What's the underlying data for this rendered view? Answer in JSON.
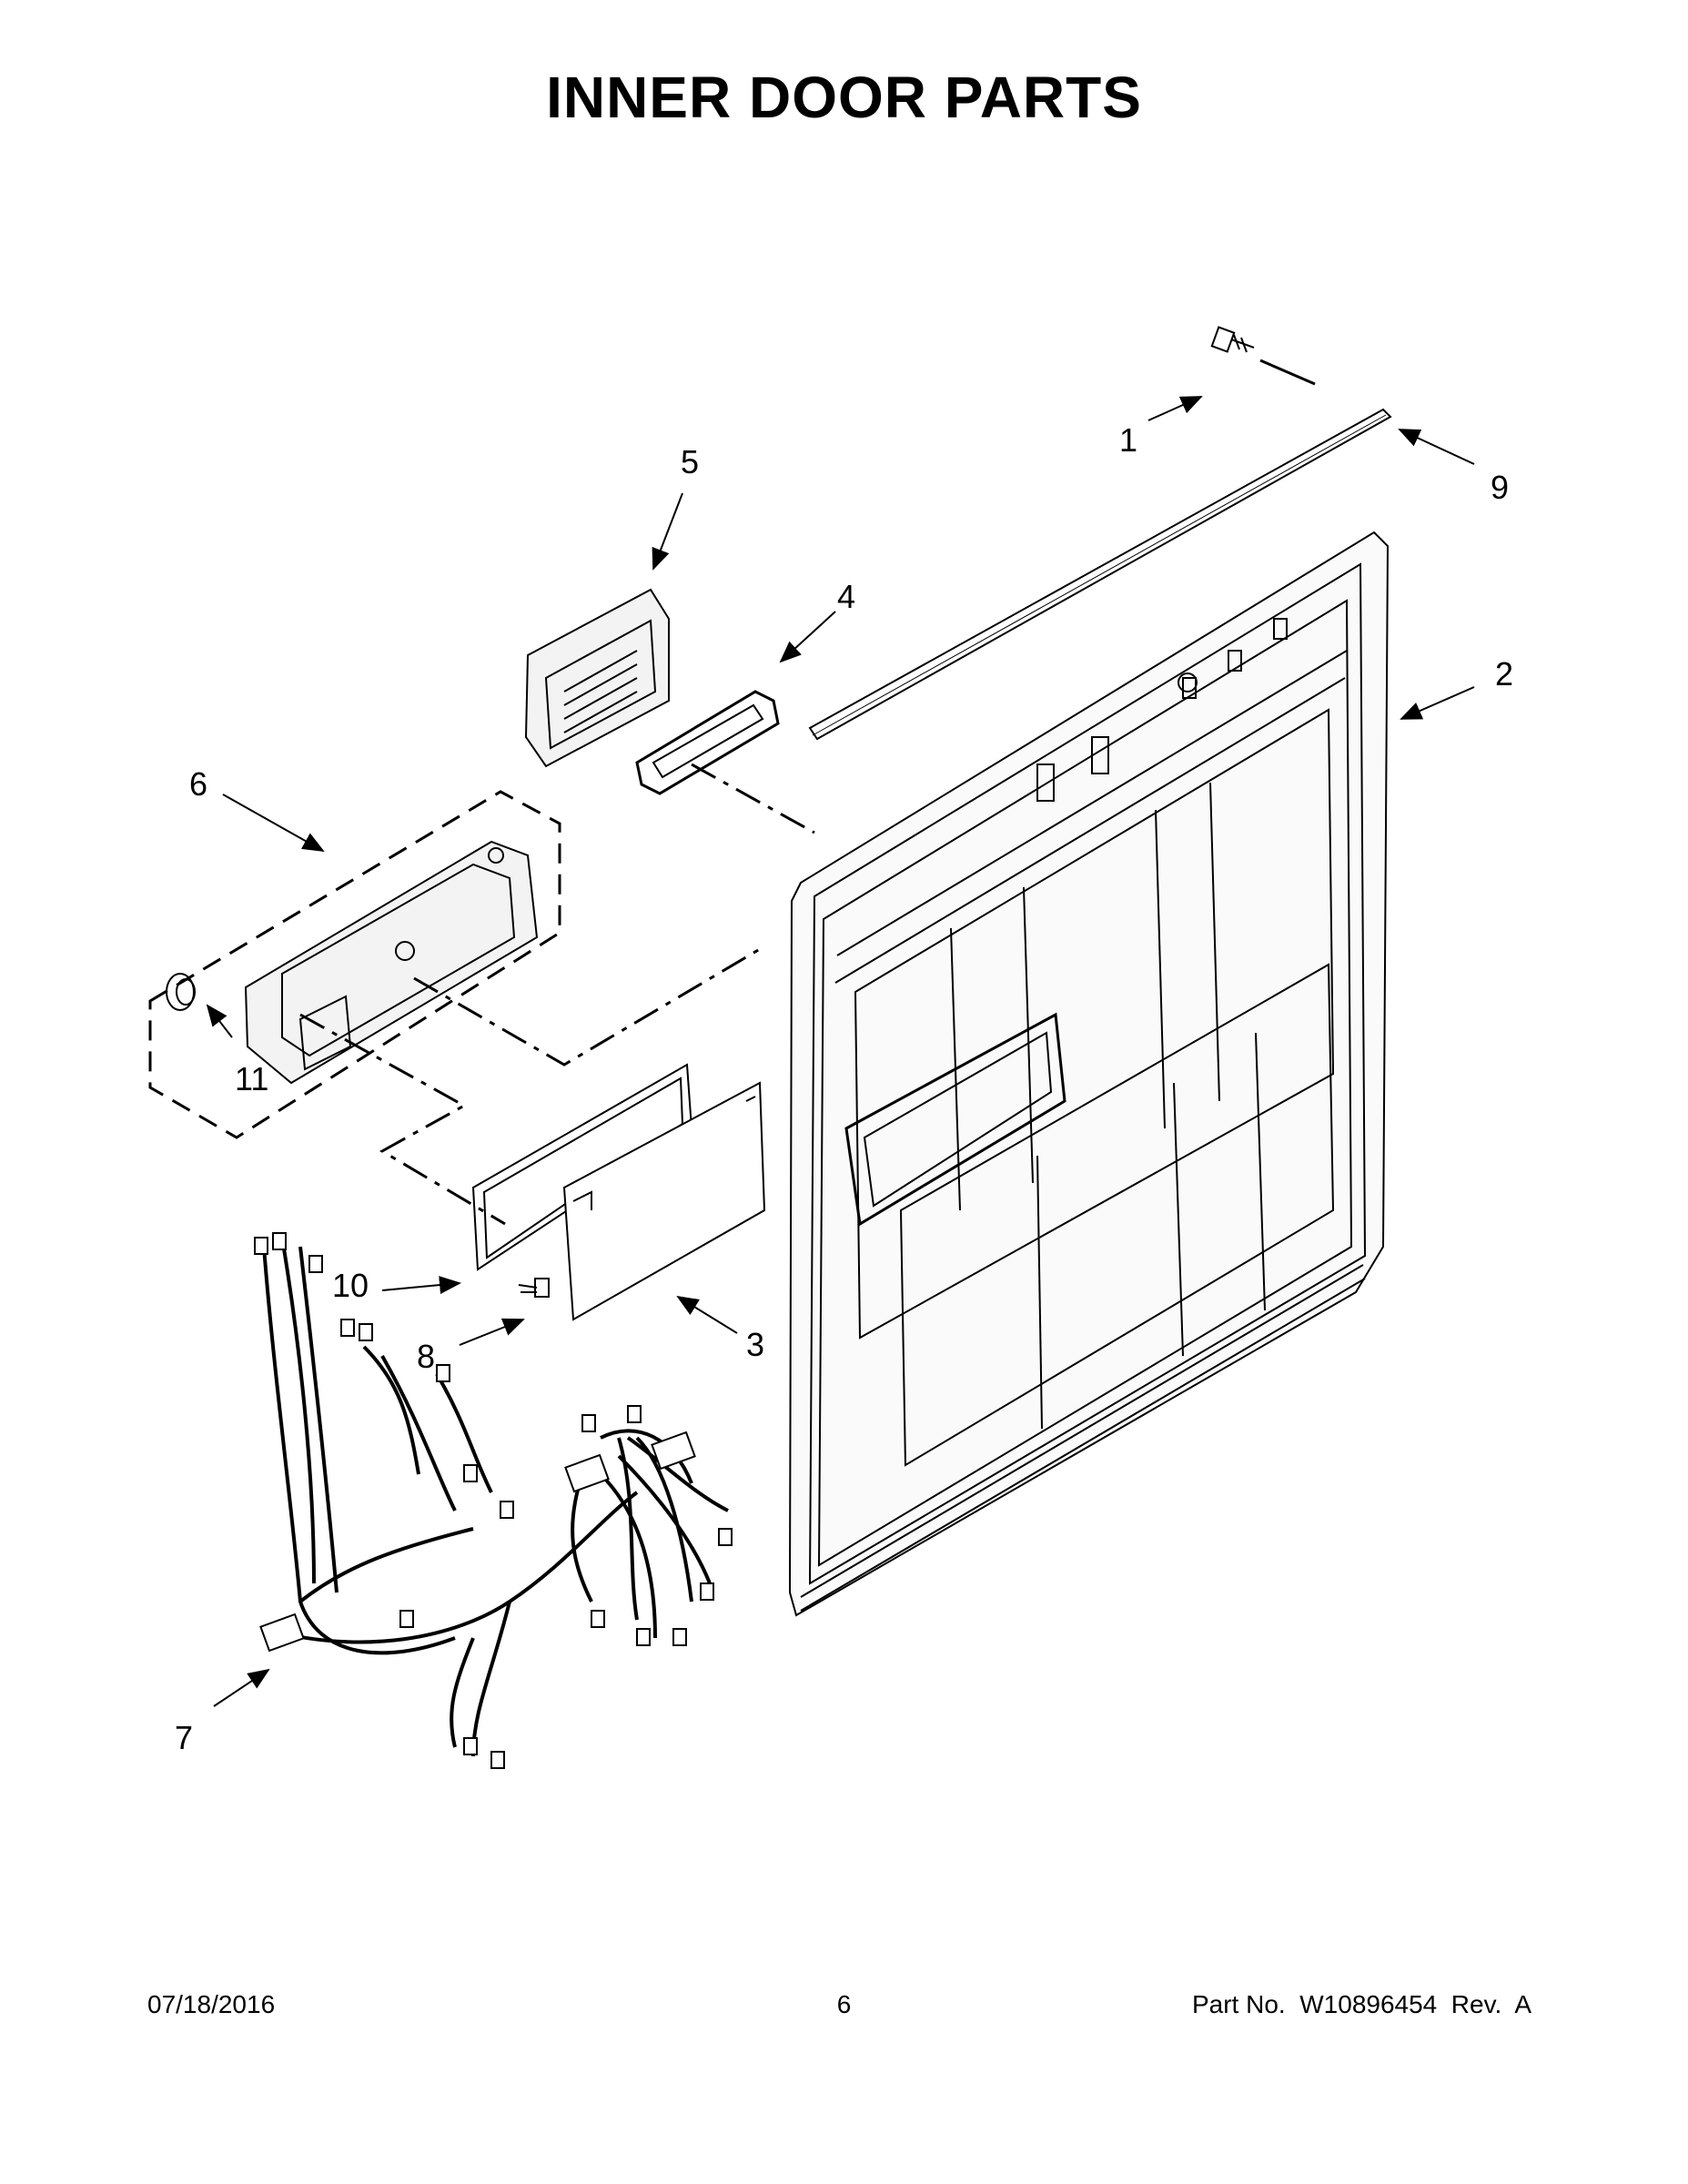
{
  "title": "INNER DOOR PARTS",
  "callouts": [
    {
      "id": "1",
      "label": "1"
    },
    {
      "id": "2",
      "label": "2"
    },
    {
      "id": "3",
      "label": "3"
    },
    {
      "id": "4",
      "label": "4"
    },
    {
      "id": "5",
      "label": "5"
    },
    {
      "id": "6",
      "label": "6"
    },
    {
      "id": "7",
      "label": "7"
    },
    {
      "id": "8",
      "label": "8"
    },
    {
      "id": "9",
      "label": "9"
    },
    {
      "id": "10",
      "label": "10"
    },
    {
      "id": "11",
      "label": "11"
    }
  ],
  "footer": {
    "date": "07/18/2016",
    "page": "6",
    "part_number": "Part No.  W10896454  Rev.  A"
  }
}
